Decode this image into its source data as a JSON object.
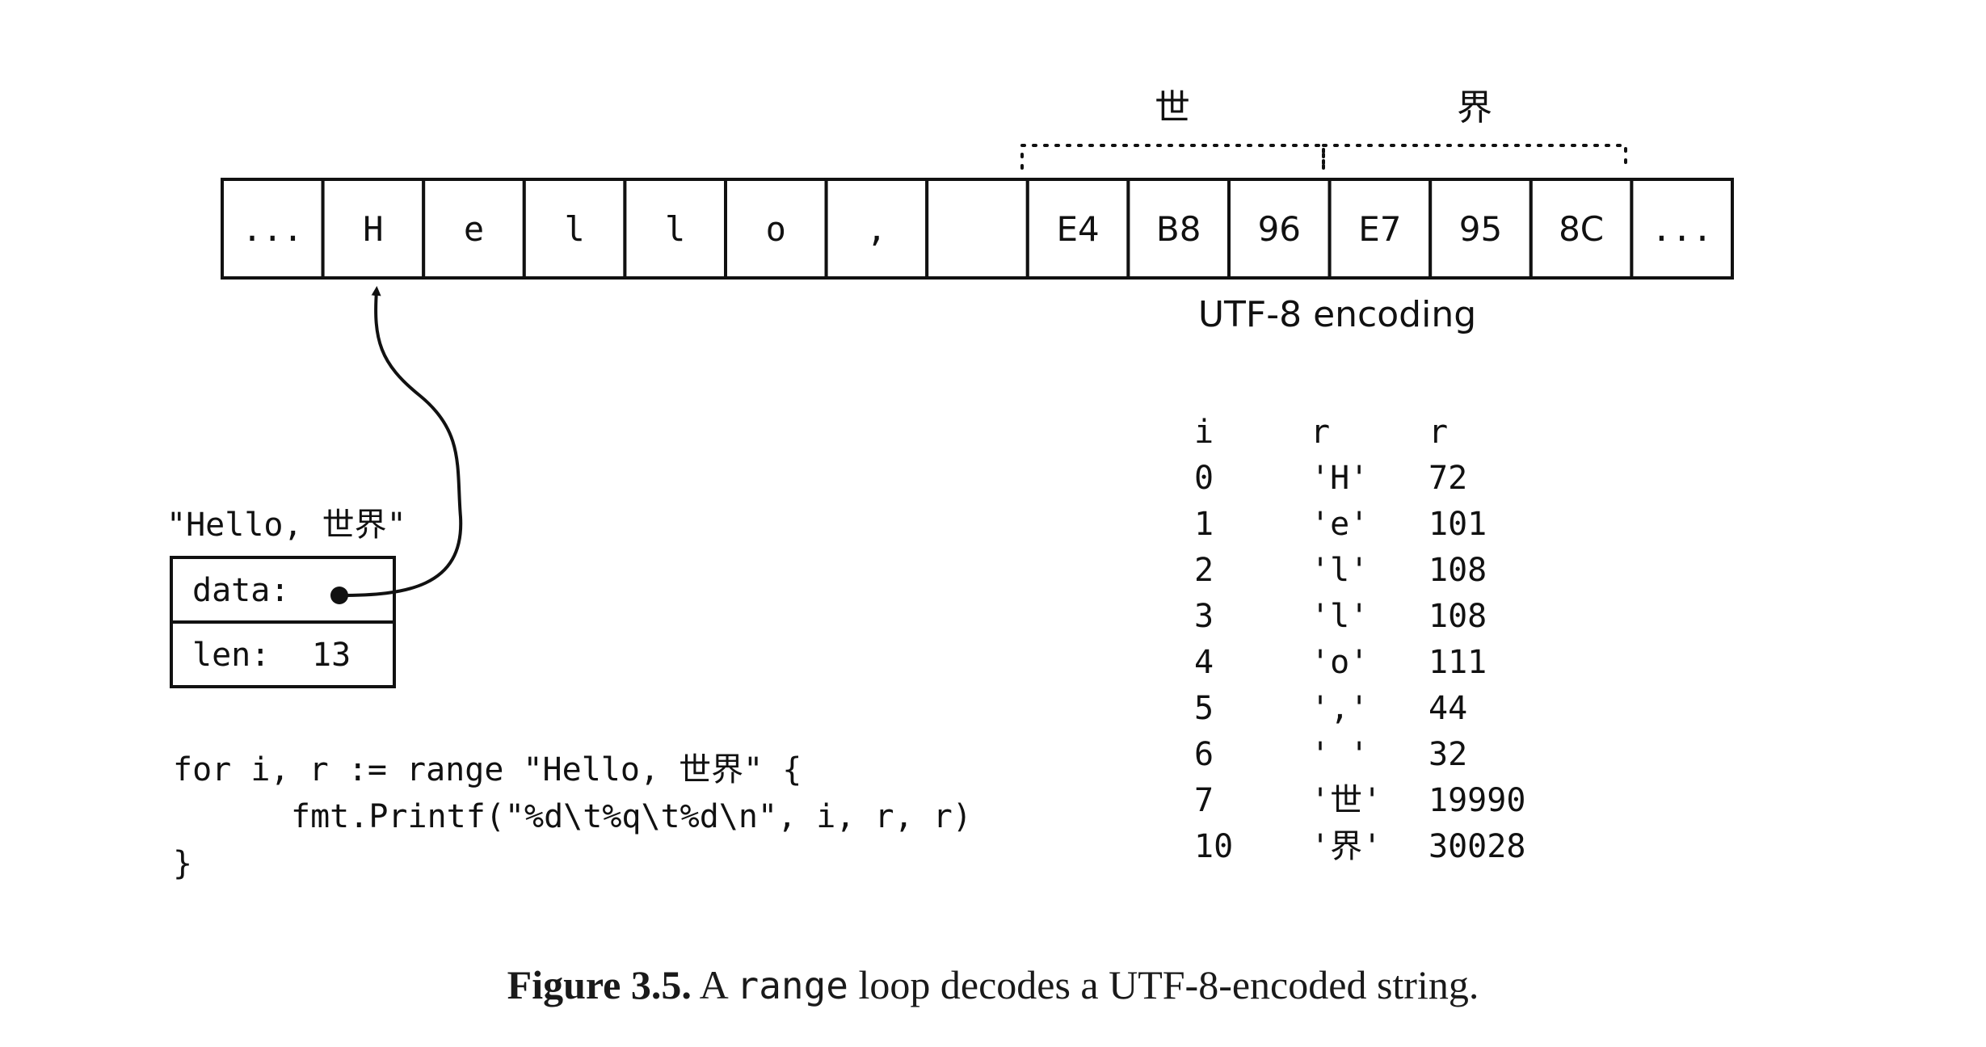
{
  "bytes": [
    "...",
    "H",
    "e",
    "l",
    "l",
    "o",
    ",",
    "",
    "E4",
    "B8",
    "96",
    "E7",
    "95",
    "8C",
    "..."
  ],
  "char_labels": [
    "世",
    "界"
  ],
  "encoding_label": "UTF-8 encoding",
  "string_header": {
    "literal": "\"Hello, 世界\"",
    "data_label": "data:",
    "len_label": "len:",
    "len_value": "13"
  },
  "code": {
    "line1": "for i, r := range \"Hello, 世界\" {",
    "line2": "fmt.Printf(\"%d\\t%q\\t%d\\n\", i, r, r)",
    "line3": "}"
  },
  "table": {
    "headers": [
      "i",
      "r",
      "r"
    ],
    "rows": [
      [
        "0",
        "'H'",
        "72"
      ],
      [
        "1",
        "'e'",
        "101"
      ],
      [
        "2",
        "'l'",
        "108"
      ],
      [
        "3",
        "'l'",
        "108"
      ],
      [
        "4",
        "'o'",
        "111"
      ],
      [
        "5",
        "','",
        "44"
      ],
      [
        "6",
        "' '",
        "32"
      ],
      [
        "7",
        "'世'",
        "19990"
      ],
      [
        "10",
        "'界'",
        "30028"
      ]
    ]
  },
  "caption": {
    "figure": "Figure 3.5.",
    "pre": "A",
    "keyword": "range",
    "post": "loop decodes a UTF-8-encoded string."
  }
}
